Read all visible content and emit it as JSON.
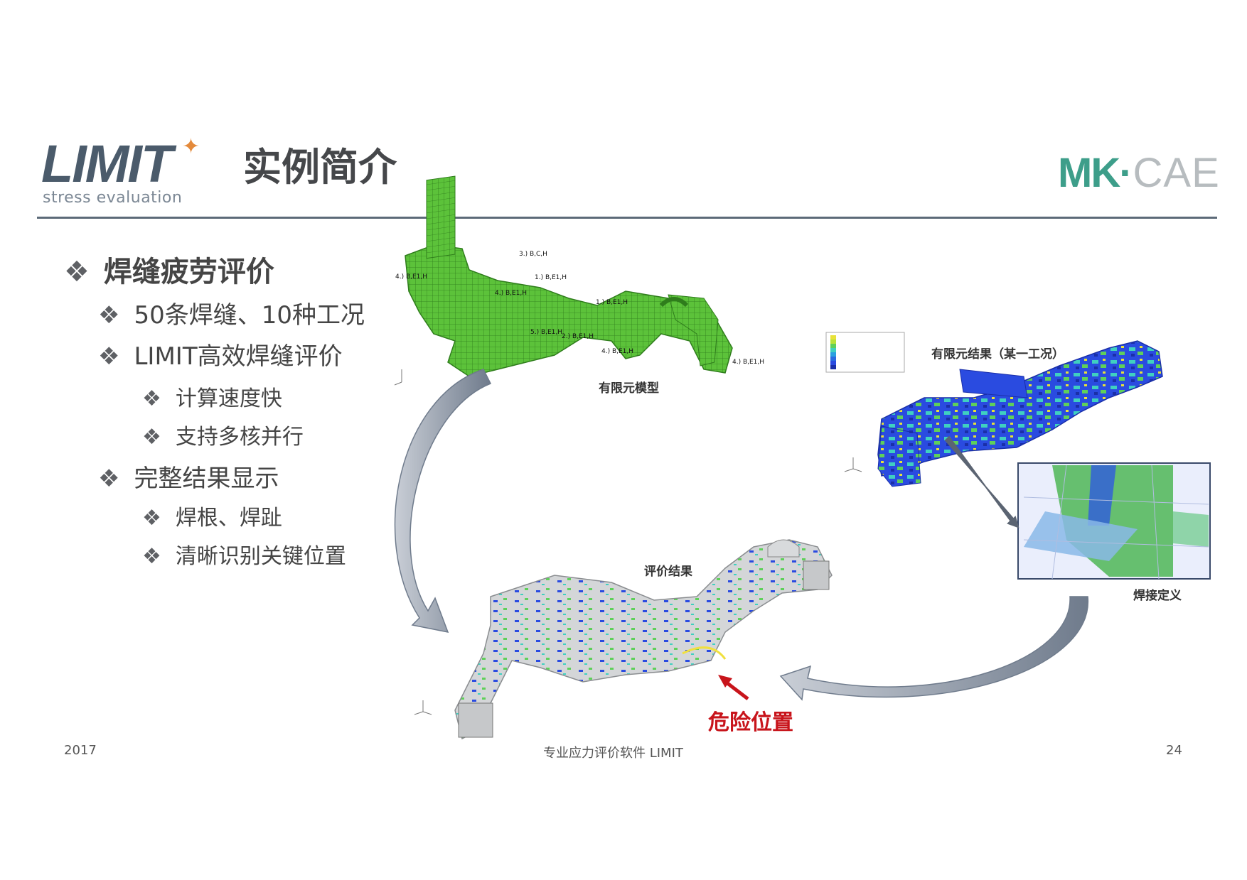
{
  "header": {
    "logo_text": "LIMIT",
    "logo_subtitle": "stress evaluation",
    "title": "实例简介",
    "partner_logo": {
      "mk": "MK",
      "cae": "CAE"
    }
  },
  "bullets": [
    {
      "level": 1,
      "text": "焊缝疲劳评价"
    },
    {
      "level": 2,
      "text": "50条焊缝、10种工况"
    },
    {
      "level": 2,
      "text": "LIMIT高效焊缝评价"
    },
    {
      "level": 3,
      "text": "计算速度快"
    },
    {
      "level": 3,
      "text": "支持多核并行"
    },
    {
      "level": 2,
      "text": "完整结果显示"
    },
    {
      "level": 3,
      "text": "焊根、焊趾"
    },
    {
      "level": 3,
      "text": "清晰识别关键位置"
    }
  ],
  "bullet_marker": "❖",
  "figure": {
    "fe_model_label": "有限元模型",
    "fe_result_label": "有限元结果（某一工况）",
    "weld_definition_label": "焊接定义",
    "evaluation_label": "评价结果",
    "danger_label": "危险位置",
    "weld_tags": [
      "3.) B,C,H",
      "1.) B,E1,H",
      "4.) B,E1,H",
      "1.) B,E1,H",
      "4.) B,E1,H",
      "5.) B,E1,H",
      "2.) B,E1,H",
      "4.) B,E1,H",
      "4.) B,E1,H"
    ],
    "colors": {
      "fe_mesh": "#5cc23a",
      "stress_low": "#1f3fd6",
      "stress_mid": "#3fd0c0",
      "stress_high": "#e8e23a",
      "arrow": "#7e8a99",
      "danger": "#c8141b"
    }
  },
  "footer": {
    "year": "2017",
    "center": "专业应力评价软件 LIMIT",
    "page": "24"
  }
}
